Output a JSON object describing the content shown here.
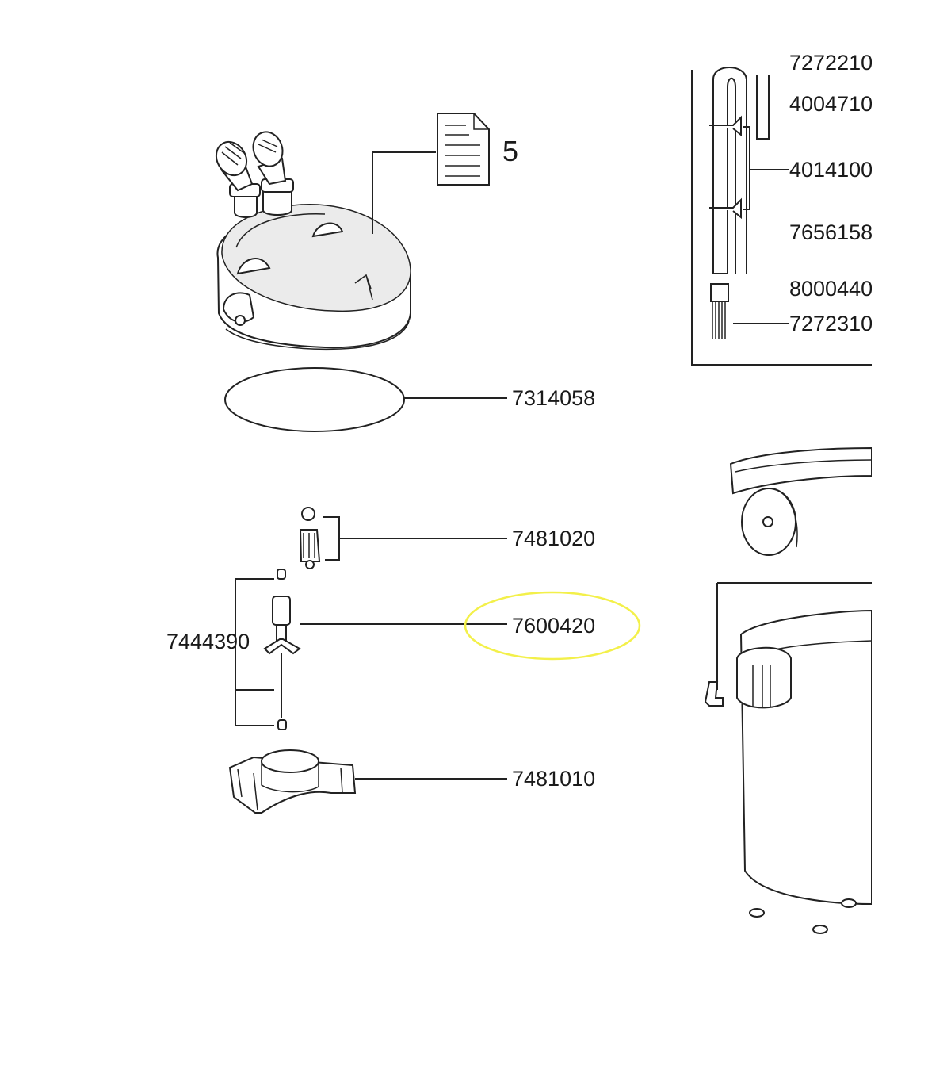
{
  "document": {
    "number": "5",
    "icon": "document-icon"
  },
  "parts": {
    "gasket": "7314058",
    "bearing_set": "7481020",
    "impeller": "7600420",
    "impeller_assembly": "7444390",
    "pump_housing": "7481010"
  },
  "side_panel": {
    "labels": [
      "7272210",
      "4004710",
      "4014100",
      "7656158",
      "8000440",
      "7272310"
    ]
  },
  "highlight": {
    "color": "#f3f04a",
    "target": "impeller"
  }
}
